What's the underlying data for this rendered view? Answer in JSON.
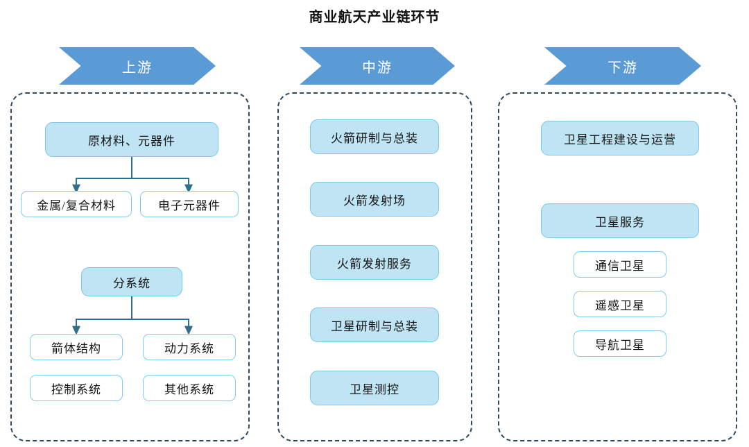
{
  "title": "商业航天产业链环节",
  "colors": {
    "chevron_blue": "#5b9bd5",
    "node_fill": "#bfe4f3",
    "node_fill_border": "#79c9e8",
    "node_outline_border": "#7fcdf0",
    "container_dash": "#2d4a5e",
    "connector": "#2e6e8e"
  },
  "chart_data": {
    "type": "diagram",
    "title": "商业航天产业链环节",
    "stages": [
      {
        "label": "上游",
        "nodes": [
          {
            "text": "原材料、元器件",
            "style": "filled",
            "level": 1
          },
          {
            "text": "金属/复合材料",
            "style": "outline",
            "level": 2
          },
          {
            "text": "电子元器件",
            "style": "outline",
            "level": 2
          },
          {
            "text": "分系统",
            "style": "filled",
            "level": 1
          },
          {
            "text": "箭体结构",
            "style": "outline",
            "level": 2
          },
          {
            "text": "动力系统",
            "style": "outline",
            "level": 2
          },
          {
            "text": "控制系统",
            "style": "outline",
            "level": 2
          },
          {
            "text": "其他系统",
            "style": "outline",
            "level": 2
          }
        ],
        "edges": [
          {
            "from": "原材料、元器件",
            "to": "金属/复合材料"
          },
          {
            "from": "原材料、元器件",
            "to": "电子元器件"
          },
          {
            "from": "分系统",
            "to": "箭体结构"
          },
          {
            "from": "分系统",
            "to": "动力系统"
          }
        ]
      },
      {
        "label": "中游",
        "nodes": [
          {
            "text": "火箭研制与总装",
            "style": "filled",
            "level": 1
          },
          {
            "text": "火箭发射场",
            "style": "filled",
            "level": 1
          },
          {
            "text": "火箭发射服务",
            "style": "filled",
            "level": 1
          },
          {
            "text": "卫星研制与总装",
            "style": "filled",
            "level": 1
          },
          {
            "text": "卫星测控",
            "style": "filled",
            "level": 1
          }
        ],
        "edges": []
      },
      {
        "label": "下游",
        "nodes": [
          {
            "text": "卫星工程建设与运营",
            "style": "filled",
            "level": 1
          },
          {
            "text": "卫星服务",
            "style": "filled",
            "level": 1
          },
          {
            "text": "通信卫星",
            "style": "outline",
            "level": 2
          },
          {
            "text": "遥感卫星",
            "style": "outline",
            "level": 2
          },
          {
            "text": "导航卫星",
            "style": "outline",
            "level": 2
          }
        ],
        "edges": []
      }
    ]
  },
  "upstream": {
    "header": "上游",
    "raw_materials": "原材料、元器件",
    "metal_composite": "金属/复合材料",
    "electronic_components": "电子元器件",
    "subsystems": "分系统",
    "rocket_body": "箭体结构",
    "propulsion": "动力系统",
    "control": "控制系统",
    "other": "其他系统"
  },
  "midstream": {
    "header": "中游",
    "items": [
      "火箭研制与总装",
      "火箭发射场",
      "火箭发射服务",
      "卫星研制与总装",
      "卫星测控"
    ]
  },
  "downstream": {
    "header": "下游",
    "engineering": "卫星工程建设与运营",
    "services": "卫星服务",
    "comm_sat": "通信卫星",
    "remote_sat": "遥感卫星",
    "nav_sat": "导航卫星"
  }
}
